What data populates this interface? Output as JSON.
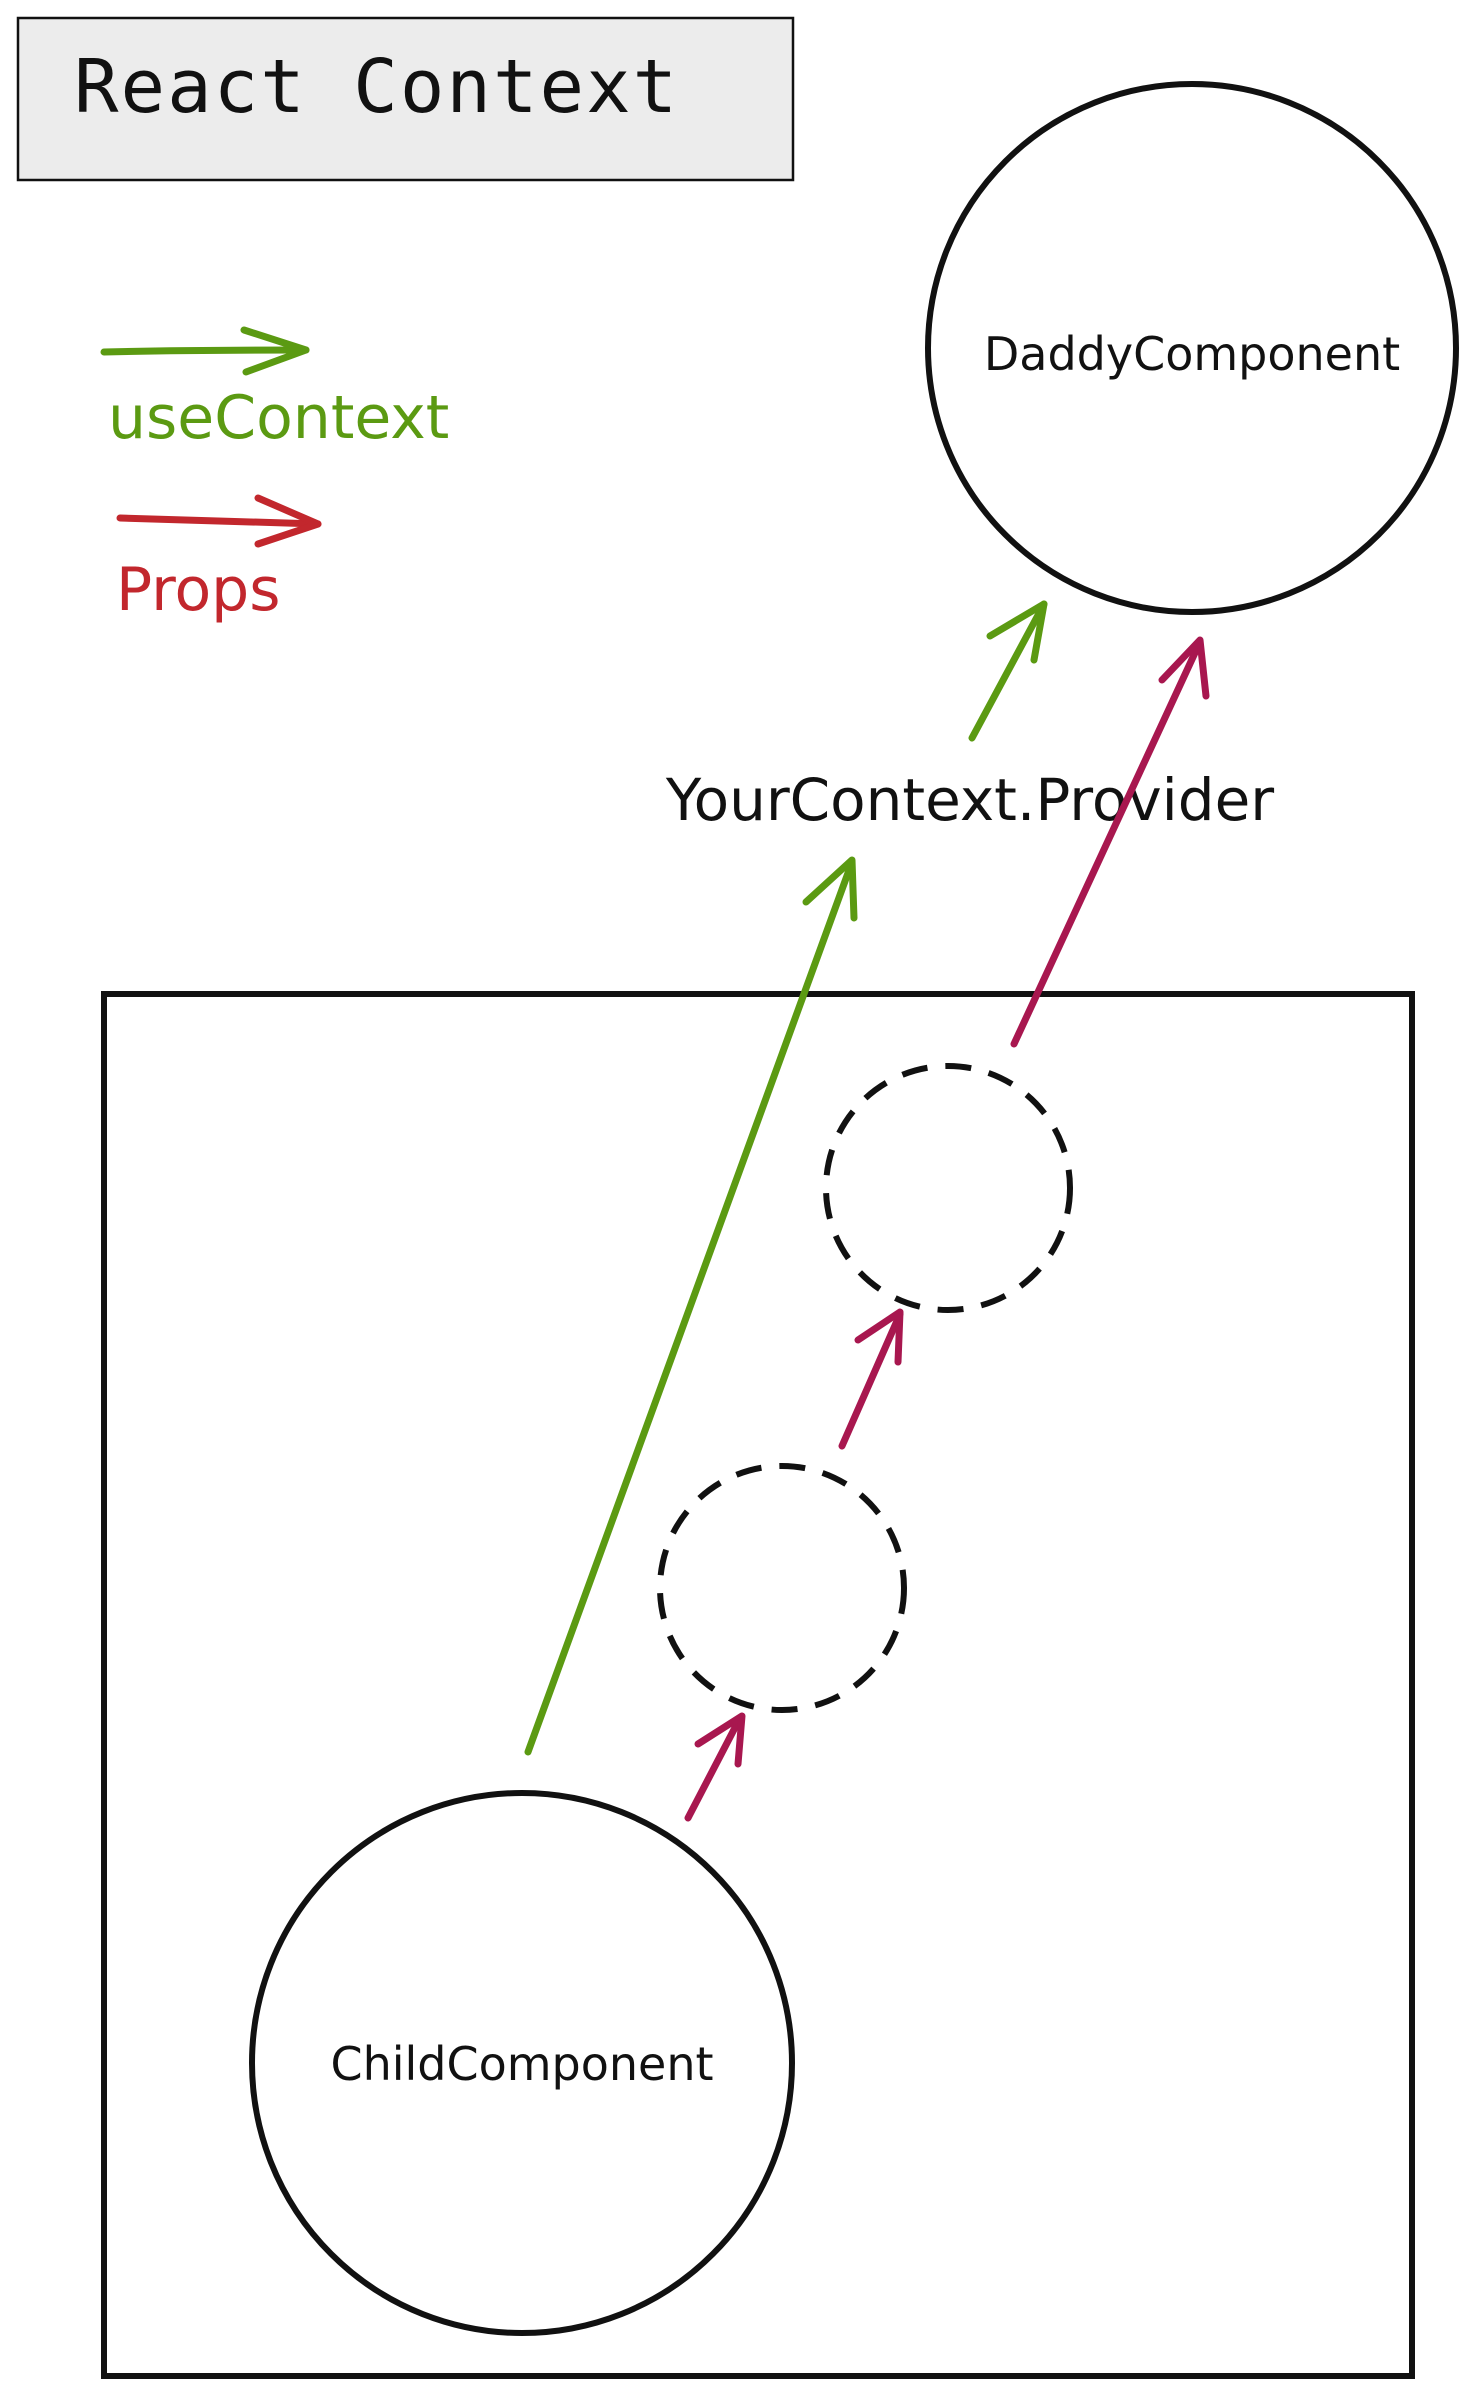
{
  "title": "React Context",
  "legend": {
    "usecontext_label": "useContext",
    "props_label": "Props"
  },
  "nodes": {
    "daddy": "DaddyComponent",
    "provider": "YourContext.Provider",
    "child": "ChildComponent"
  },
  "colors": {
    "usecontext": "#5b9a12",
    "props": "#c2272d",
    "props_arrows": "#a8174f",
    "stroke": "#111111",
    "title_box_fill": "#ececec"
  }
}
